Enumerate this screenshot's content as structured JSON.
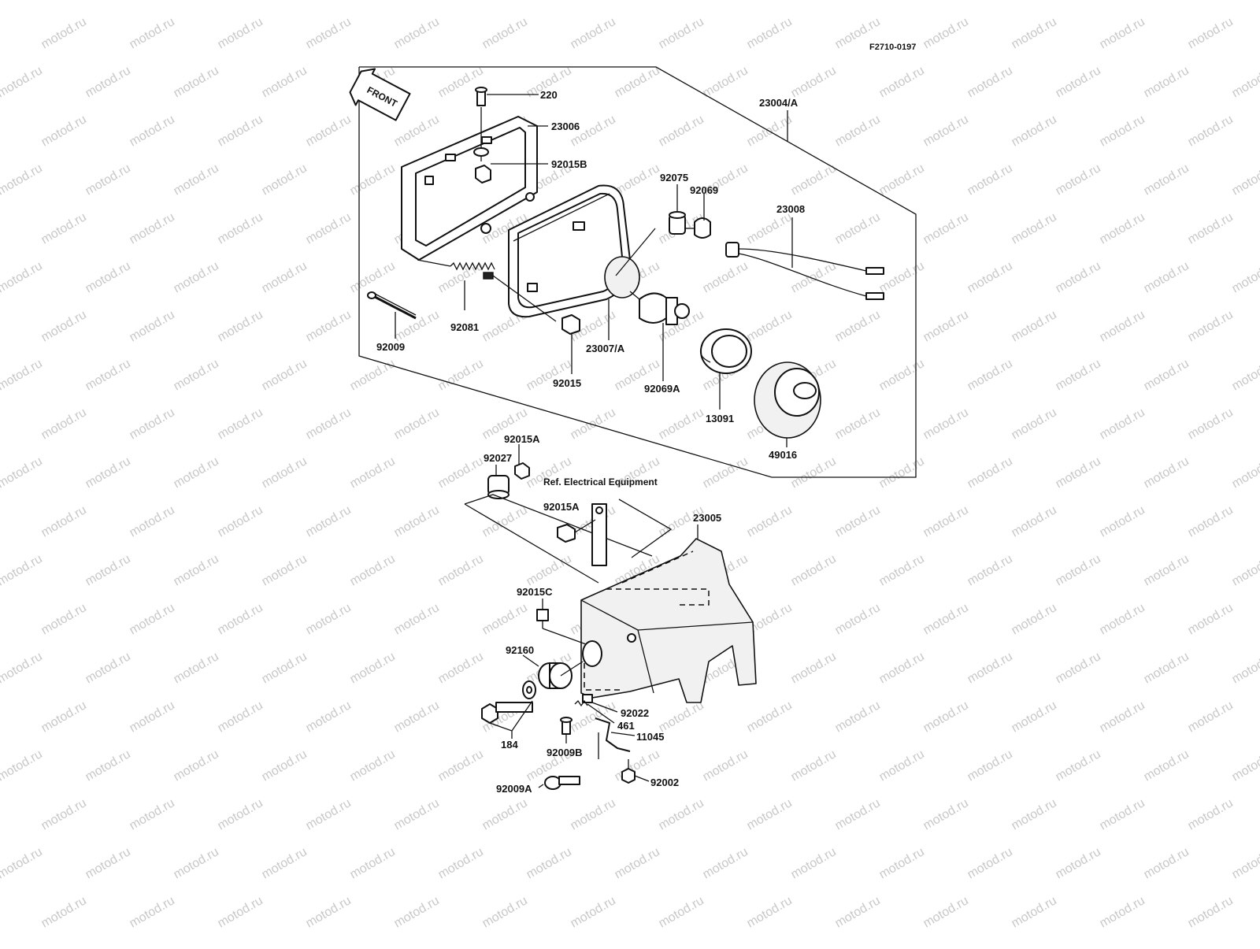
{
  "document": {
    "code": "F2710-0197",
    "front_marker": "FRONT",
    "reference_note": "Ref. Electrical Equipment",
    "watermark": "motod.ru"
  },
  "parts": {
    "p220": "220",
    "p23006": "23006",
    "p92015B": "92015B",
    "p23004A": "23004/A",
    "p92075": "92075",
    "p92069": "92069",
    "p23008": "23008",
    "p92081": "92081",
    "p92009": "92009",
    "p23007A": "23007/A",
    "p92015": "92015",
    "p92069A": "92069A",
    "p13091": "13091",
    "p49016": "49016",
    "p92015A_1": "92015A",
    "p92027": "92027",
    "p92015A_2": "92015A",
    "p23005": "23005",
    "p92015C": "92015C",
    "p92160": "92160",
    "p184": "184",
    "p92022": "92022",
    "p461": "461",
    "p11045": "11045",
    "p92009B": "92009B",
    "p92009A": "92009A",
    "p92002": "92002"
  },
  "colors": {
    "ink": "#111111",
    "watermark": "#c8c8c8",
    "paper": "#ffffff"
  }
}
